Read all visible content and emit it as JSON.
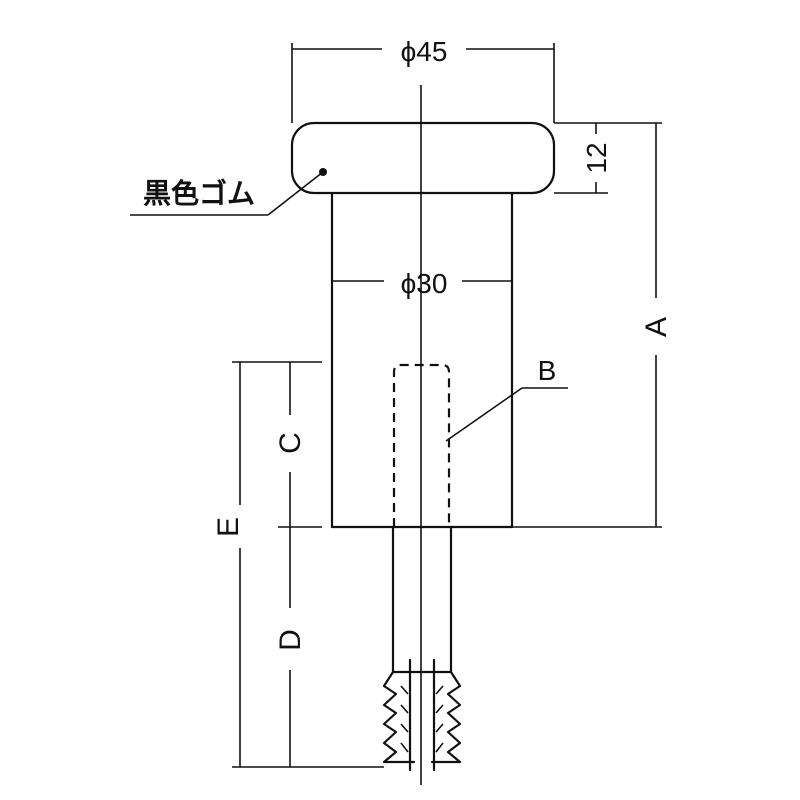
{
  "labels": {
    "dia_45": "ϕ45",
    "dia_30": "ϕ30",
    "height_12": "12",
    "dim_a": "A",
    "dim_b": "B",
    "dim_c": "C",
    "dim_d": "D",
    "dim_e": "E",
    "material": "黒色ゴム"
  }
}
